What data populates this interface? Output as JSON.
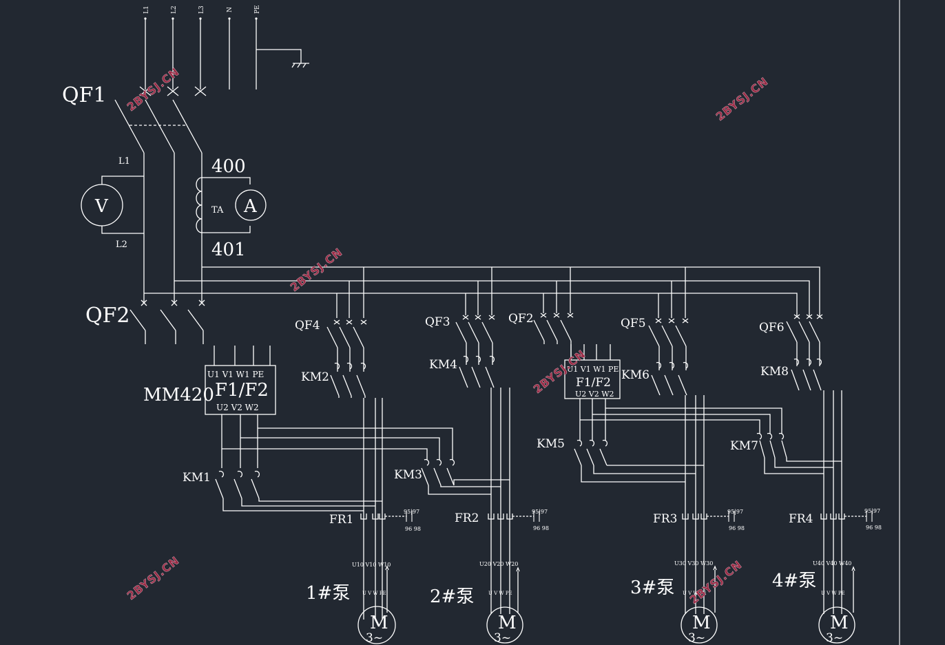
{
  "colors": {
    "background": "#222831",
    "lines": "#ffffff",
    "watermark": "#9a2a44"
  },
  "supply": {
    "l1": "L1",
    "l2": "L2",
    "l3": "L3",
    "n": "N",
    "pe": "PE"
  },
  "main": {
    "qf1": "QF1",
    "qf2": "QF2",
    "voltmeter_l1": "L1",
    "voltmeter_l2": "L2",
    "voltmeter": "V",
    "ammeter": "A",
    "ct": "TA",
    "wire_400": "400",
    "wire_401": "401"
  },
  "inverter1": {
    "name": "MM420",
    "label": "F1/F2",
    "top_terminals": "U1  V1  W1  PE",
    "bottom_terminals": "U2  V2  W2"
  },
  "inverter2": {
    "label": "F1/F2",
    "top_terminals": "U1  V1  W1  PE",
    "bottom_terminals": "U2  V2  W2"
  },
  "breakers": {
    "qf4": "QF4",
    "qf3": "QF3",
    "qf2b": "QF2",
    "qf5": "QF5",
    "qf6": "QF6"
  },
  "contactors": {
    "km1": "KM1",
    "km2": "KM2",
    "km3": "KM3",
    "km4": "KM4",
    "km5": "KM5",
    "km6": "KM6",
    "km7": "KM7",
    "km8": "KM8"
  },
  "relays": {
    "fr1": "FR1",
    "fr2": "FR2",
    "fr3": "FR3",
    "fr4": "FR4",
    "contact_top": "95|97",
    "contact_bot": "96  98"
  },
  "motors": {
    "m": "M",
    "phase": "3~",
    "uvw": "U  V  W  PE",
    "pump1": "1#泵",
    "pump2": "2#泵",
    "pump3": "3#泵",
    "pump4": "4#泵",
    "t1": "U10 V10 W10",
    "t2": "U20 V20 W20",
    "t3": "U30 V30 W30",
    "t4": "U40 V40 W40"
  },
  "watermark": "2BYSJ.CN"
}
